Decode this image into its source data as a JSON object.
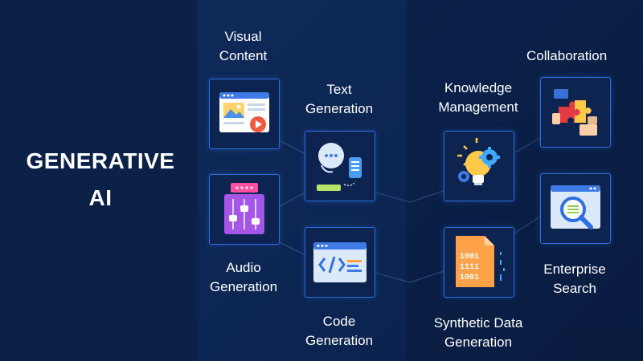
{
  "title": {
    "line1": "GENERATIVE",
    "line2": "AI"
  },
  "items": {
    "visual_content": {
      "line1": "Visual",
      "line2": "Content",
      "icon": "image-video-icon"
    },
    "text_generation": {
      "line1": "Text",
      "line2": "Generation",
      "icon": "chat-bubbles-icon"
    },
    "audio_generation": {
      "line1": "Audio",
      "line2": "Generation",
      "icon": "audio-mixer-icon"
    },
    "code_generation": {
      "line1": "Code",
      "line2": "Generation",
      "icon": "code-window-icon"
    },
    "knowledge_management": {
      "line1": "Knowledge",
      "line2": "Management",
      "icon": "lightbulb-gears-icon"
    },
    "collaboration": {
      "line1": "Collaboration",
      "line2": "",
      "icon": "puzzle-hands-icon"
    },
    "synthetic_data_generation": {
      "line1": "Synthetic Data",
      "line2": "Generation",
      "icon": "binary-document-icon"
    },
    "enterprise_search": {
      "line1": "Enterprise",
      "line2": "Search",
      "icon": "magnifier-window-icon"
    }
  },
  "colors": {
    "background": "#0b2046",
    "card_border": "#2f6fe0",
    "text": "#ffffff"
  }
}
